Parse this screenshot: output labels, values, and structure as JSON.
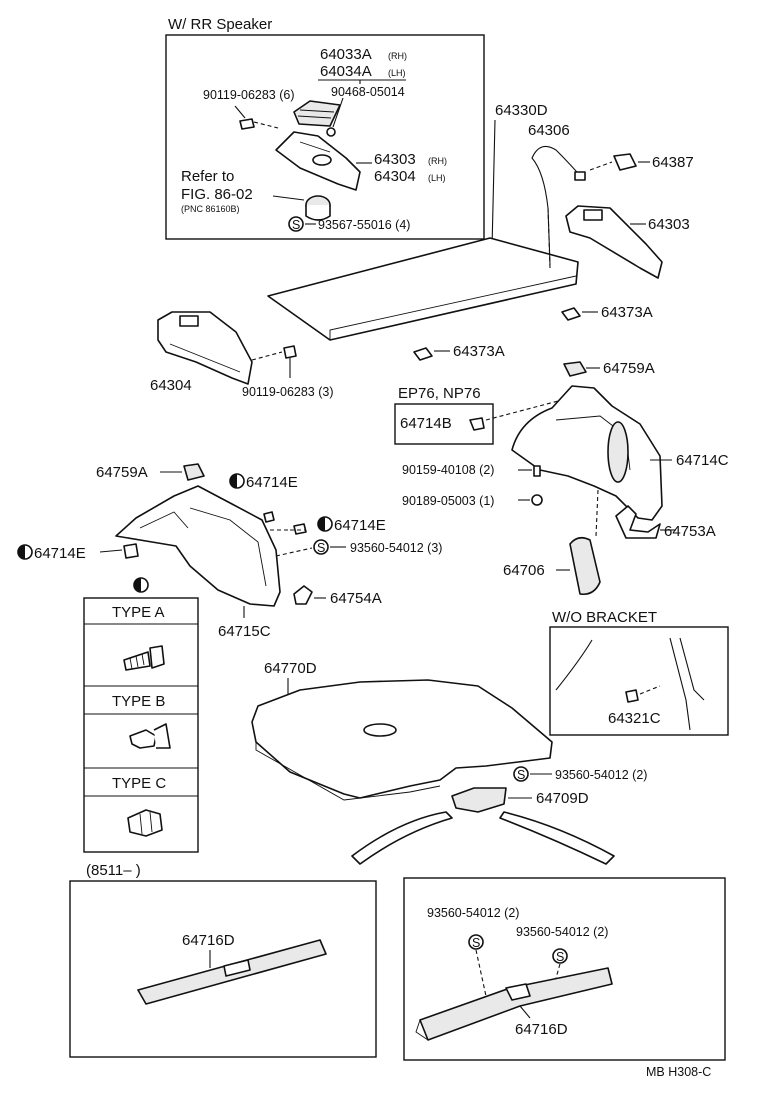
{
  "header_speaker": "W/ RR Speaker",
  "refer_line1": "Refer to",
  "refer_line2": "FIG. 86-02",
  "refer_pnc": "(PNC 86160B)",
  "ep_header": "EP76, NP76",
  "wo_bracket": "W/O  BRACKET",
  "period": "(8511–        )",
  "footer": "MB   H308-C",
  "type_a": "TYPE A",
  "type_b": "TYPE B",
  "type_c": "TYPE C",
  "s_symbol": "S",
  "parts": {
    "p64033a": "64033A",
    "p64034a": "64034A",
    "rh": "(RH)",
    "lh": "(LH)",
    "p90119_6": "90119-06283 (6)",
    "p90468": "90468-05014",
    "p64303_rh": "64303",
    "p64304_lh": "64304",
    "p93567": "93567-55016 (4)",
    "p64330d": "64330D",
    "p64306": "64306",
    "p64387": "64387",
    "p64303": "64303",
    "p64373a_1": "64373A",
    "p64373a_2": "64373A",
    "p64304": "64304",
    "p90119_3": "90119-06283 (3)",
    "p64759a_r": "64759A",
    "p64714b": "64714B",
    "p64714c": "64714C",
    "p90159": "90159-40108 (2)",
    "p90189": "90189-05003 (1)",
    "p64753a": "64753A",
    "p64706": "64706",
    "p64759a_l": "64759A",
    "p64714e_1": "64714E",
    "p64714e_2": "64714E",
    "p64714e_3": "64714E",
    "p93560_3": "93560-54012 (3)",
    "p64754a": "64754A",
    "p64715c": "64715C",
    "p64321c": "64321C",
    "p64770d": "64770D",
    "p93560_2a": "93560-54012 (2)",
    "p64709d": "64709D",
    "p64716d_1": "64716D",
    "p93560_2b": "93560-54012 (2)",
    "p93560_2c": "93560-54012 (2)",
    "p64716d_2": "64716D"
  }
}
